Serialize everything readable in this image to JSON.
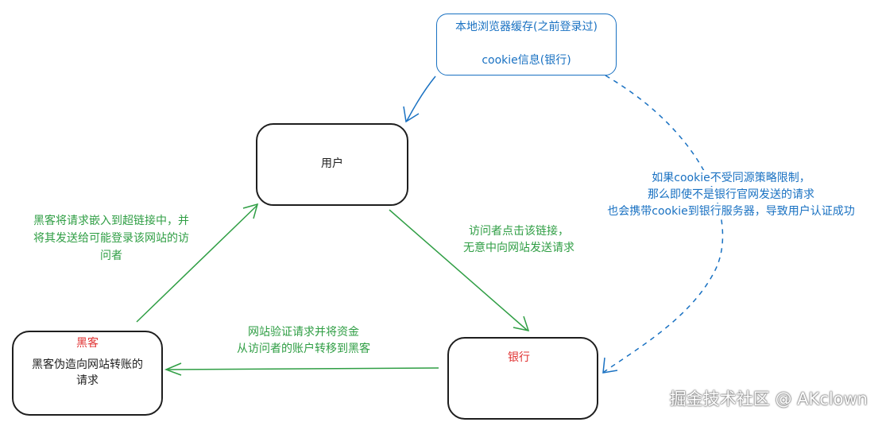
{
  "nodes": {
    "cache": {
      "line1": "本地浏览器缓存(之前登录过)",
      "line2": "cookie信息(银行)"
    },
    "user": {
      "label": "用户"
    },
    "hacker": {
      "title": "黑客",
      "line1": "黑客伪造向网站转账的",
      "line2": "请求"
    },
    "bank": {
      "label": "银行"
    }
  },
  "annotations": {
    "hacker_to_user": {
      "line1": "黑客将请求嵌入到超链接中，并",
      "line2": "将其发送给可能登录该网站的访",
      "line3": "问者"
    },
    "user_to_bank": {
      "line1": "访问者点击该链接，",
      "line2": "无意中向网站发送请求"
    },
    "bank_to_hacker": {
      "line1": "网站验证请求并将资金",
      "line2": "从访问者的账户转移到黑客"
    },
    "cookie_note": {
      "line1": "如果cookie不受同源策略限制，",
      "line2": "那么即使不是银行官网发送的请求",
      "line3": "也会携带cookie到银行服务器，导致用户认证成功"
    }
  },
  "watermark": "掘金技术社区 @ AKclown",
  "colors": {
    "stroke": "#1e1e1e",
    "blue": "#1971c2",
    "green": "#2f9e44",
    "red": "#e03131"
  }
}
